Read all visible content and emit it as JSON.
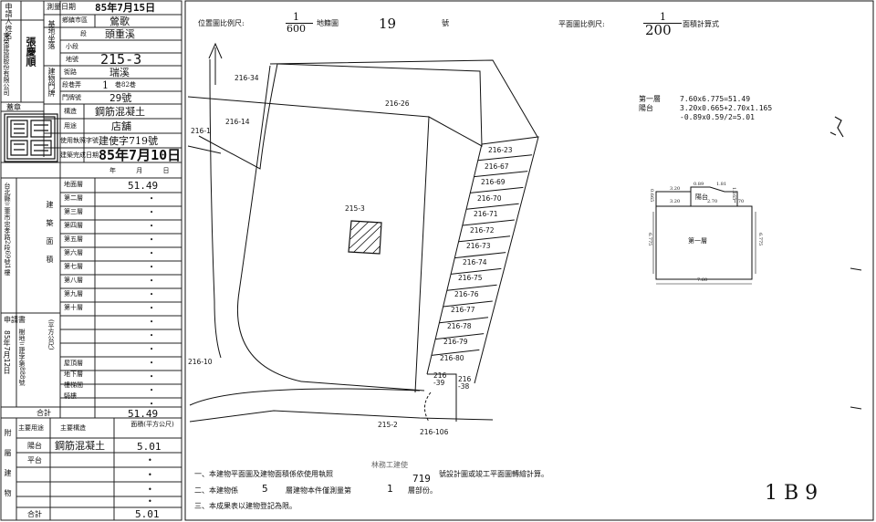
{
  "form": {
    "applicant_label": "申請人姓名",
    "applicant_company": "東榮建設股份有限公司",
    "applicant_person": "張慶順",
    "survey_date_label": "測量日期",
    "survey_date_value": "85年7月15日",
    "base_label": "基地坐落",
    "township_label": "鄉鎮市區",
    "township_value": "鶯歌",
    "section_label": "段",
    "section_value": "頭重溪",
    "subsection_label": "小段",
    "lot_label": "地號",
    "lot_value": "215-3",
    "bldg_door_label": "建物門牌",
    "street_label": "街路",
    "street_value": "瑞溪",
    "lane_label": "段巷弄",
    "lane_value": "1",
    "lane_extra": "巷82巷",
    "number_label": "門牌號",
    "number_value": "29號",
    "stamp_label": "蓋章",
    "structure_label": "構造",
    "structure_value": "鋼筋混凝土",
    "usage_label": "用途",
    "usage_value": "店舖",
    "permit_label": "使用執照字號",
    "permit_value": "建使字719號",
    "completion_label": "建築完成日期",
    "completion_value": "85年7月10日",
    "completion_ymd": "年 月 日",
    "area_vertical_label": "建築面積",
    "area_unit_vertical": "(平方公尺)",
    "floors_header": [
      "地面層",
      "第二層",
      "第三層",
      "第四層",
      "第五層",
      "第六層",
      "第七層",
      "第八層",
      "第九層",
      "第十層"
    ],
    "first_floor_value": "51.49",
    "dot": "•",
    "extras": [
      "屋頂層",
      "地下層",
      "樓梯間",
      "騎樓"
    ],
    "total_label": "合計",
    "total_value": "51.49",
    "apply_label": "申請書",
    "apply_number": "樹地三建字第888號",
    "apply_date": "85年7月12日",
    "address_note": "台北縣三重市忠孝路2段69號1樓",
    "attached_label": "附屬建物",
    "main_use_label": "主要用途",
    "main_struct_label": "主要構造",
    "attached_area_label": "面積(平方公尺)",
    "attached_rows": [
      {
        "use": "陽台",
        "struct": "鋼筋混凝土",
        "area": "5.01"
      },
      {
        "use": "平台",
        "struct": "",
        "area": "•"
      }
    ],
    "attached_total_label": "合計",
    "attached_total_value": "5.01"
  },
  "plan": {
    "location_scale_label": "位置圖比例尺:",
    "location_scale_num": "1",
    "location_scale_den": "600",
    "map_sheet_label": "地籍圖",
    "map_sheet_value": "19",
    "map_sheet_suffix": "號",
    "floor_scale_label": "平面圖比例尺:",
    "floor_scale_num": "1",
    "floor_scale_den": "200",
    "area_calc_label": "面積計算式",
    "lots": {
      "main": "215-3",
      "l216_34": "216-34",
      "l216_26": "216-26",
      "l216_1": "216-1",
      "l216_14": "216-14",
      "l216_10": "216-10",
      "l215_2": "215-2",
      "l216_106": "216-106",
      "l216_39": "216\n-39",
      "l216_38": "216\n-38",
      "strip": [
        "216-23",
        "216-67",
        "216-69",
        "216-70",
        "216-71",
        "216-72",
        "216-73",
        "216-74",
        "216-75",
        "216-76",
        "216-77",
        "216-78",
        "216-79",
        "216-80"
      ]
    },
    "calc_floor1_label": "第一層",
    "calc_floor1_formula": "7.60x6.775=51.49",
    "calc_balcony_label": "陽台",
    "calc_balcony_formula1": "3.20x0.665+2.70x1.165",
    "calc_balcony_formula2": "-0.89x0.59/2=5.01",
    "fp_room_label": "第一層",
    "fp_balcony_label": "陽台",
    "fp_dims": [
      "0.89",
      "1.81",
      "3.20",
      "3.20",
      "2.70",
      "1.70",
      "0.665",
      "1.165",
      "6.775",
      "6.775",
      "7.60"
    ],
    "notes": [
      "一、本建物平面圖及建物面積係依使用執照",
      "號設計圖或竣工平面圖轉繪計算。",
      "二、本建物係",
      "層建物本件僅測量第",
      "層部份。",
      "三、本成果表以建物登記為限。"
    ],
    "note_permit_stamp": "林務工建使",
    "note_permit_number": "719",
    "note_floors": "5",
    "note_measured_floor": "1",
    "corner_mark": "1 B 9"
  },
  "colors": {
    "ink": "#111111",
    "paper": "#ffffff"
  }
}
